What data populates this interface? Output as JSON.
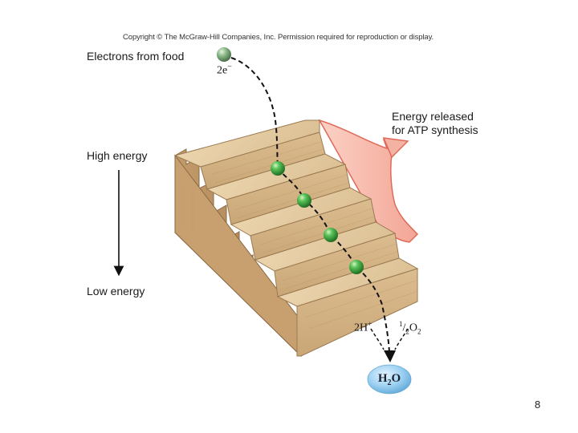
{
  "copyright": "Copyright © The McGraw-Hill Companies, Inc. Permission required for reproduction or display.",
  "labels": {
    "electrons_from_food": "Electrons from food",
    "electrons": "2e",
    "electrons_sup": "−",
    "high_energy": "High energy",
    "low_energy": "Low energy",
    "energy_released_line1": "Energy released",
    "energy_released_line2": "for ATP synthesis",
    "h2_base": "2H",
    "h2_sup": "+",
    "oxygen_frac_num": "1",
    "oxygen_frac_den": "2",
    "oxygen_base": "O",
    "oxygen_sub": "2",
    "water_a": "H",
    "water_sub": "2",
    "water_b": "O"
  },
  "page_number": "8",
  "colors": {
    "electron_green": "#3aa53a",
    "energy_pink": "#f7c0b4",
    "energy_edge": "#e06050",
    "wood_top": "#e8cfa6",
    "wood_front": "#d6b68a",
    "wood_side": "#b98e60",
    "water_blue": "#8cc8ee"
  }
}
